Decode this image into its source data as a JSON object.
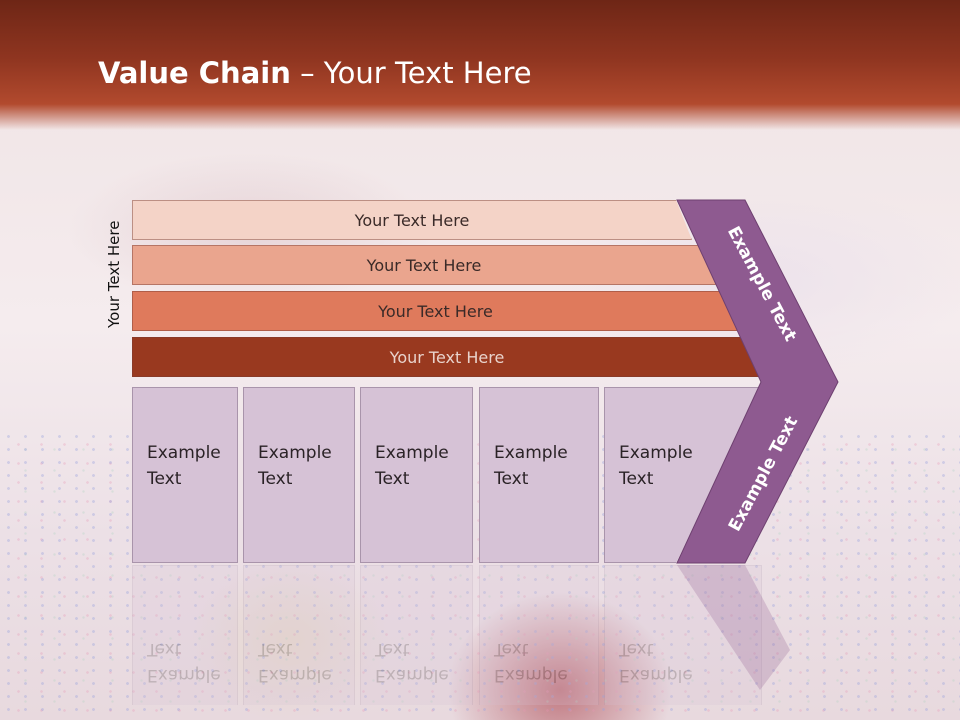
{
  "title": {
    "bold": "Value Chain",
    "rest": " – Your Text Here"
  },
  "side_label": "Your Text Here",
  "bars": [
    {
      "label": "Your Text Here",
      "color": "#f4d3c7"
    },
    {
      "label": "Your Text Here",
      "color": "#eaa58e"
    },
    {
      "label": "Your Text Here",
      "color": "#df7a5c"
    },
    {
      "label": "Your Text Here",
      "color": "#99391f"
    }
  ],
  "boxes": [
    {
      "line1": "Example",
      "line2": "Text"
    },
    {
      "line1": "Example",
      "line2": "Text"
    },
    {
      "line1": "Example",
      "line2": "Text"
    },
    {
      "line1": "Example",
      "line2": "Text"
    },
    {
      "line1": "Example",
      "line2": "Text"
    }
  ],
  "chevron": {
    "upper": "Example Text",
    "lower": "Example Text",
    "color": "#8e5a90"
  }
}
